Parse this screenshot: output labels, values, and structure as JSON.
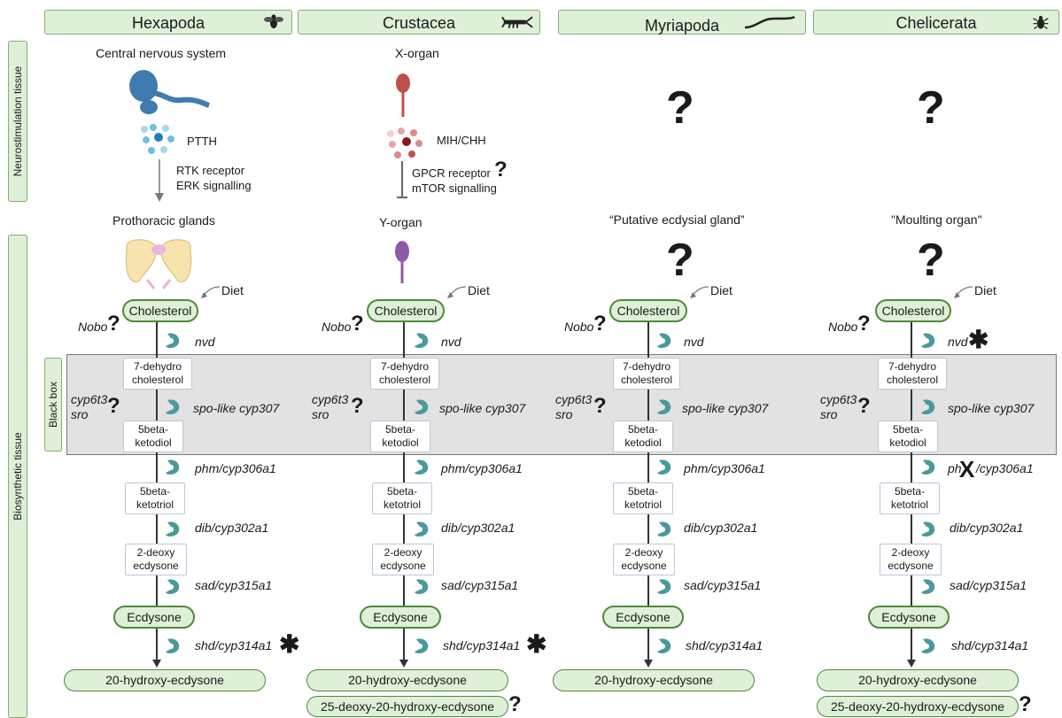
{
  "columns": [
    {
      "name": "Hexapoda",
      "icon": "fly-icon"
    },
    {
      "name": "Crustacea",
      "icon": "crayfish-icon"
    },
    {
      "name": "Myriapoda",
      "icon": "millipede-icon"
    },
    {
      "name": "Chelicerata",
      "icon": "tick-icon"
    }
  ],
  "side_labels": {
    "neuro": "Neurostimulation tissue",
    "bio": "Biosynthetic tissue",
    "black_box": "Black box"
  },
  "hexapoda": {
    "neuro_tissue": "Central nervous system",
    "hormone": "PTTH",
    "receptor": "RTK receptor",
    "signalling": "ERK signalling",
    "gland": "Prothoracic glands"
  },
  "crustacea": {
    "neuro_tissue": "X-organ",
    "hormone": "MIH/CHH",
    "receptor": "GPCR receptor",
    "signalling": "mTOR signalling",
    "gland": "Y-organ"
  },
  "myriapoda": {
    "gland": "“Putative ecdysial gland”"
  },
  "chelicerata": {
    "gland": "\"Moulting organ\""
  },
  "pathway": {
    "diet": "Diet",
    "cholesterol": "Cholesterol",
    "nobo": "Nobo",
    "cyp6t3": "cyp6t3",
    "sro": "sro",
    "nvd": "nvd",
    "spo": "spo-like cyp307",
    "phm": "phm/cyp306a1",
    "phm_partial": "ph",
    "phm_rest": "/cyp306a1",
    "dib": "dib/cyp302a1",
    "sad": "sad/cyp315a1",
    "shd": "shd/cyp314a1",
    "dehydro": "7-dehydro cholesterol",
    "ketodiol": "5beta- ketodiol",
    "ketotriol": "5beta- ketotriol",
    "deoxy": "2-deoxy ecdysone",
    "ecdysone": "Ecdysone",
    "hydroxy": "20-hydroxy-ecdysone",
    "deoxy_hydroxy": "25-deoxy-20-hydroxy-ecdysone"
  },
  "symbols": {
    "question": "?",
    "star": "✱",
    "x": "X"
  },
  "colors": {
    "header_fill": "#dff0d8",
    "header_border": "#7fb06f",
    "enzyme": "#4a9a9a",
    "blackbox": "#e2e2e2"
  }
}
